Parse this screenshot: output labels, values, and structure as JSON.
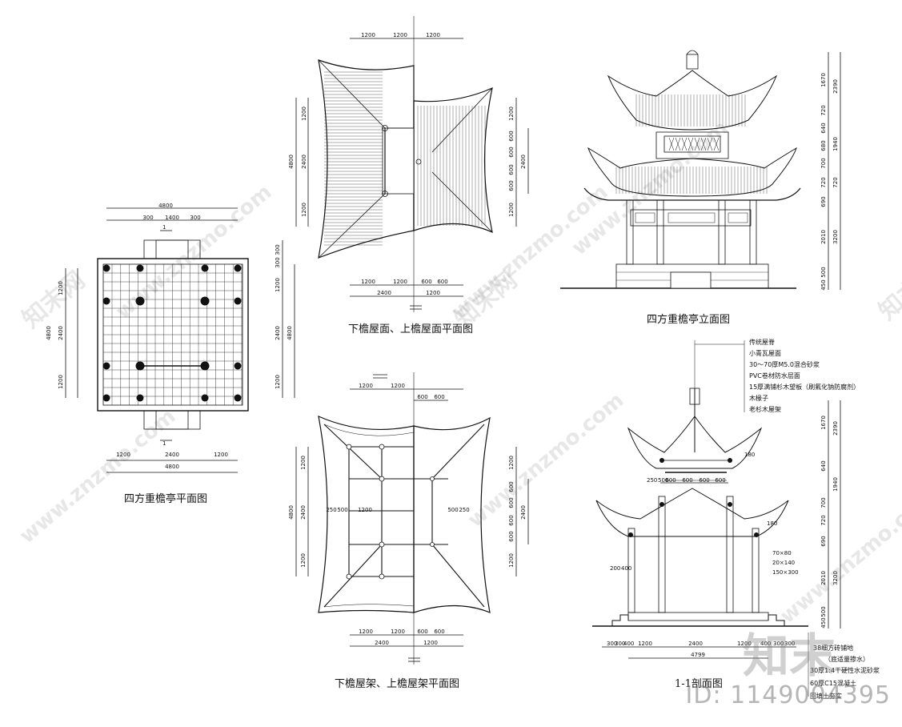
{
  "titles": {
    "floor_plan": "四方重檐亭平面图",
    "roof_plan": "下檐屋面、上檐屋面平面图",
    "elevation": "四方重檐亭立面图",
    "frame_plan": "下檐屋架、上檐屋架平面图",
    "section": "1-1剖面图"
  },
  "section_notes": [
    "传统屋脊",
    "小青瓦屋面",
    "30～70厚M5.0混合砂浆",
    "PVC卷材防水层面",
    "15厚满铺杉木望板（刷氟化钠防腐剂）",
    "木椽子",
    "老杉木屋架"
  ],
  "floor_notes": [
    "38细方砖铺地",
    "（底适量掺水）",
    "30厚1:4干硬性水泥砂浆",
    "60厚C15混凝土",
    "回填土夯实"
  ],
  "section_member_labels": [
    "180",
    "180",
    "70×80",
    "20×140",
    "150×300"
  ],
  "watermark": "www.znzmo.com",
  "watermark_cn": "知末网",
  "logo": "知末",
  "id_text": "ID: 1149004395",
  "dims": {
    "plan_top_total": "4800",
    "plan_top_parts": [
      "300",
      "1400",
      "300"
    ],
    "plan_bottom_parts": [
      "1200",
      "2400",
      "1200"
    ],
    "plan_bottom_total": "4800",
    "plan_left_parts": [
      "1200",
      "2400",
      "1200"
    ],
    "plan_left_total": "4800",
    "plan_right_parts": [
      "300",
      "300",
      "1200",
      "2400",
      "1200"
    ],
    "plan_right_total": "4800",
    "section_marker": "1",
    "roof_top": [
      "1200",
      "1200",
      "1200"
    ],
    "roof_left": [
      "1200",
      "2400",
      "1200"
    ],
    "roof_left_total": "4800",
    "roof_right": [
      "1200",
      "600",
      "600",
      "600",
      "600",
      "1200"
    ],
    "roof_right_total": "2400",
    "roof_bottom": [
      "1200",
      "1200",
      "600",
      "600"
    ],
    "roof_bottom_sub": [
      "2400",
      "1200"
    ],
    "elev_right": [
      "1670",
      "720",
      "640",
      "680",
      "700",
      "720",
      "690",
      "2010",
      "500",
      "450"
    ],
    "elev_right_outer": [
      "2390",
      "1940",
      "720",
      "3200"
    ],
    "frame_top": [
      "1200",
      "1200",
      "600",
      "600"
    ],
    "frame_mid": [
      "250",
      "500",
      "1200",
      "500",
      "250"
    ],
    "frame_left": [
      "1200",
      "2400",
      "1200"
    ],
    "frame_left_total": "4800",
    "frame_right": [
      "1200",
      "600",
      "600",
      "600",
      "600",
      "1200"
    ],
    "frame_right_total": "2400",
    "frame_bottom": [
      "1200",
      "1200",
      "600",
      "600"
    ],
    "frame_bottom_sub": [
      "2400",
      "1200"
    ],
    "sect_top": [
      "250",
      "500",
      "600",
      "600",
      "600",
      "600"
    ],
    "sect_bottom": [
      "300",
      "300",
      "400",
      "1200",
      "2400",
      "1200",
      "400",
      "300",
      "300"
    ],
    "sect_bottom_total": "4799",
    "sect_side": [
      "200",
      "400"
    ],
    "sect_right": [
      "1670",
      "640",
      "700",
      "720",
      "690",
      "2010",
      "500",
      "450"
    ],
    "sect_right_outer": [
      "2390",
      "1940",
      "3200"
    ]
  }
}
